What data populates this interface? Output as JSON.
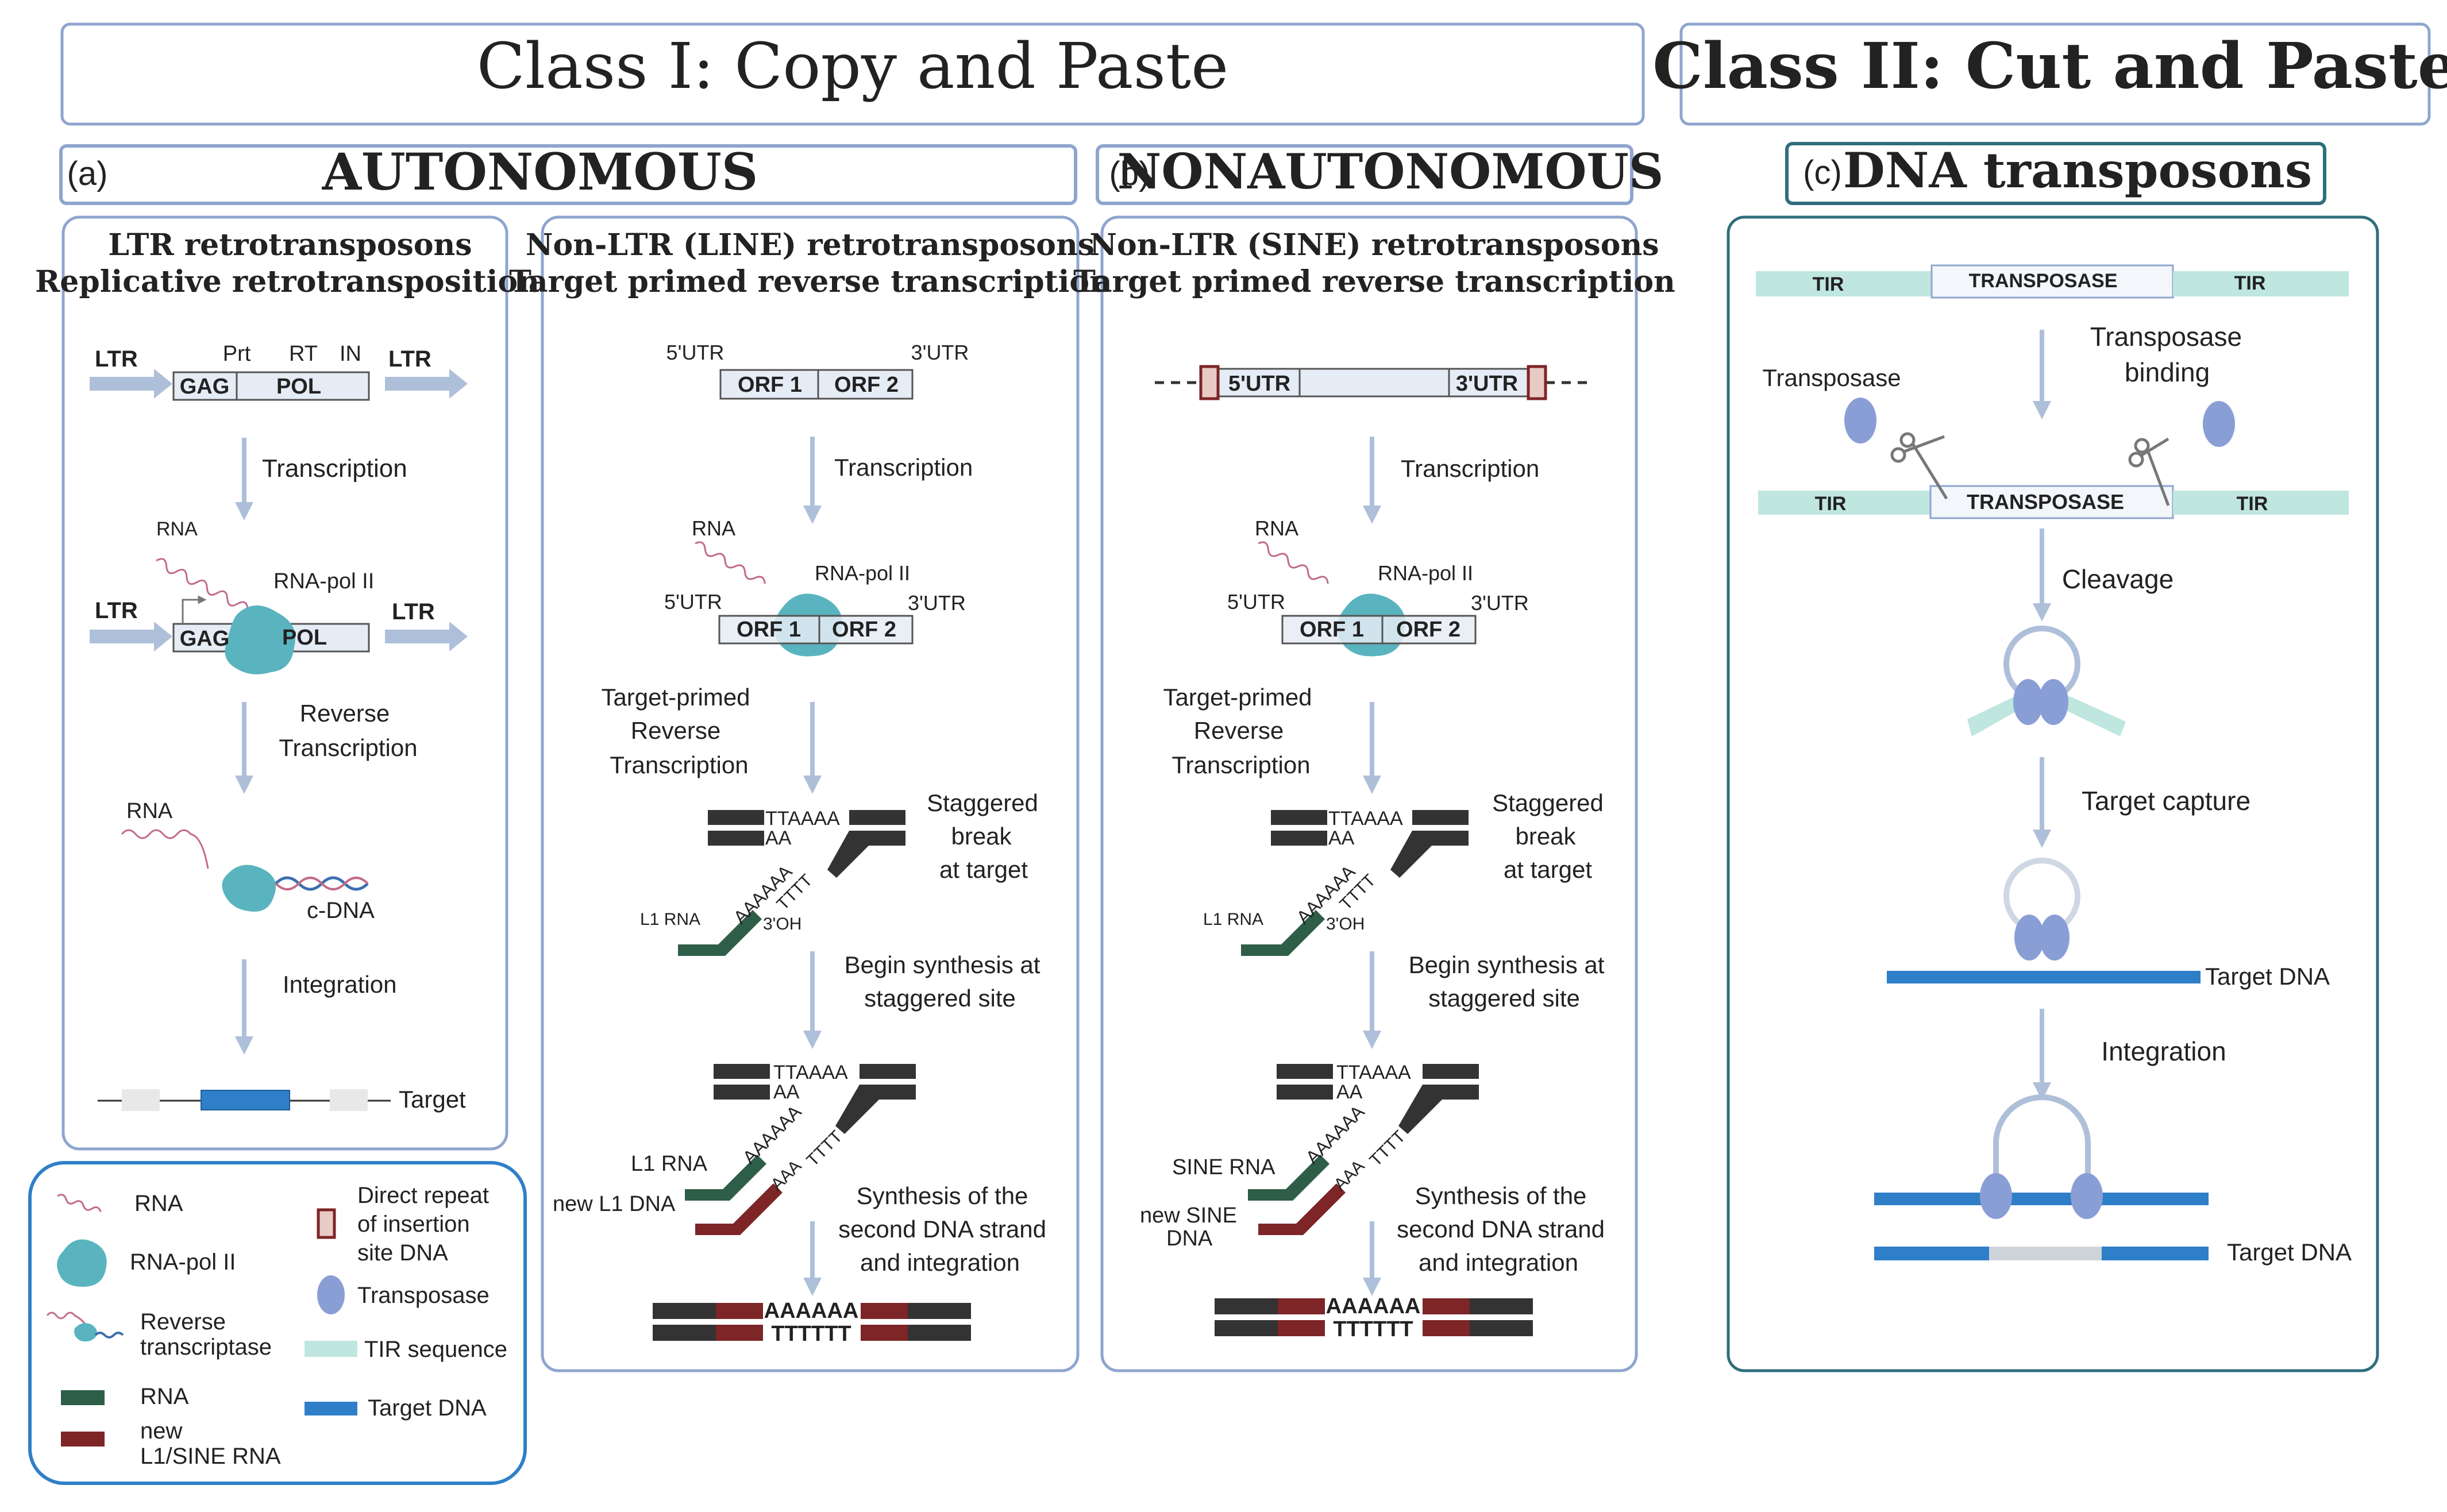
{
  "headers": {
    "class1": "Class I: Copy and Paste",
    "class2": "Class II: Cut and Paste"
  },
  "subheaders": {
    "a_letter": "(a)",
    "a_title": "AUTONOMOUS",
    "b_letter": "(b)",
    "b_title": "NONAUTONOMOUS",
    "c_letter": "(c)",
    "c_title": "DNA transposons"
  },
  "panel_ltr": {
    "title1": "LTR retrotransposons",
    "title2": "Replicative retrotransposition",
    "ltr": "LTR",
    "prt": "Prt",
    "rt": "RT",
    "in": "IN",
    "gag": "GAG",
    "pol": "POL",
    "transcription": "Transcription",
    "rna": "RNA",
    "rna_pol": "RNA-pol II",
    "reverse": "Reverse",
    "reverse_transcription": "Transcription",
    "cdna": "c-DNA",
    "integration": "Integration",
    "target": "Target"
  },
  "panel_line": {
    "title1": "Non-LTR (LINE) retrotransposons",
    "title2": "Target primed reverse transcription",
    "utr5": "5'UTR",
    "utr3": "3'UTR",
    "orf1": "ORF 1",
    "orf2": "ORF 2",
    "transcription": "Transcription",
    "rna": "RNA",
    "rna_pol": "RNA-pol II",
    "tp1": "Target-primed",
    "tp2": "Reverse",
    "tp3": "Transcription",
    "stag1": "Staggered",
    "stag2": "break",
    "stag3": "at target",
    "ttaaaa": "TTAAAA",
    "aa": "AA",
    "l1rna": "L1 RNA",
    "oh": "3'OH",
    "aaaaaa": "AAAAAA",
    "tttt": "TTTT",
    "begin1": "Begin synthesis at",
    "begin2": "staggered site",
    "new_l1": "new L1 DNA",
    "aaa": "AAA",
    "synth1": "Synthesis of the",
    "synth2": "second DNA strand",
    "synth3": "and integration",
    "final_a": "AAAAAA",
    "final_t": "TTTTTT"
  },
  "panel_sine": {
    "title1": "Non-LTR (SINE) retrotransposons",
    "title2": "Target primed reverse transcription",
    "utr5": "5'UTR",
    "utr3": "3'UTR",
    "orf1": "ORF 1",
    "orf2": "ORF 2",
    "transcription": "Transcription",
    "rna": "RNA",
    "rna_pol": "RNA-pol II",
    "tp1": "Target-primed",
    "tp2": "Reverse",
    "tp3": "Transcription",
    "stag1": "Staggered",
    "stag2": "break",
    "stag3": "at target",
    "ttaaaa": "TTAAAA",
    "aa": "AA",
    "l1rna": "L1 RNA",
    "oh": "3'OH",
    "aaaaaa": "AAAAAA",
    "tttt": "TTTT",
    "begin1": "Begin synthesis at",
    "begin2": "staggered site",
    "sine_rna": "SINE RNA",
    "new_sine1": "new SINE",
    "new_sine2": "DNA",
    "aaa": "AAA",
    "synth1": "Synthesis of the",
    "synth2": "second DNA strand",
    "synth3": "and integration",
    "final_a": "AAAAAA",
    "final_t": "TTTTTT"
  },
  "panel_dna": {
    "tir": "TIR",
    "transposase_box": "TRANSPOSASE",
    "transposase": "Transposase",
    "binding1": "Transposase",
    "binding2": "binding",
    "cleavage": "Cleavage",
    "capture": "Target capture",
    "target_dna": "Target DNA",
    "integration": "Integration"
  },
  "legend": {
    "rna": "RNA",
    "rna_pol": "RNA-pol II",
    "rt1": "Reverse",
    "rt2": "transcriptase",
    "rna_dark": "RNA",
    "new1": "new",
    "new2": "L1/SINE RNA",
    "dr1": "Direct repeat",
    "dr2": "of insertion",
    "dr3": "site DNA",
    "transposase": "Transposase",
    "tir": "TIR sequence",
    "target": "Target DNA"
  },
  "colors": {
    "border_blue": "#8fa5cf",
    "border_teal": "#2e6e7c",
    "arrow": "#aebfd9",
    "box_fill": "#e6ecf5",
    "teal": "#5ab4bf",
    "tir": "#bfe6df",
    "lavender": "#8a9ed6",
    "target_blue": "#2f7fc8",
    "dark": "#333333",
    "green": "#2f5e48",
    "maroon": "#7d2527",
    "rna_pink": "#c26a8a"
  }
}
